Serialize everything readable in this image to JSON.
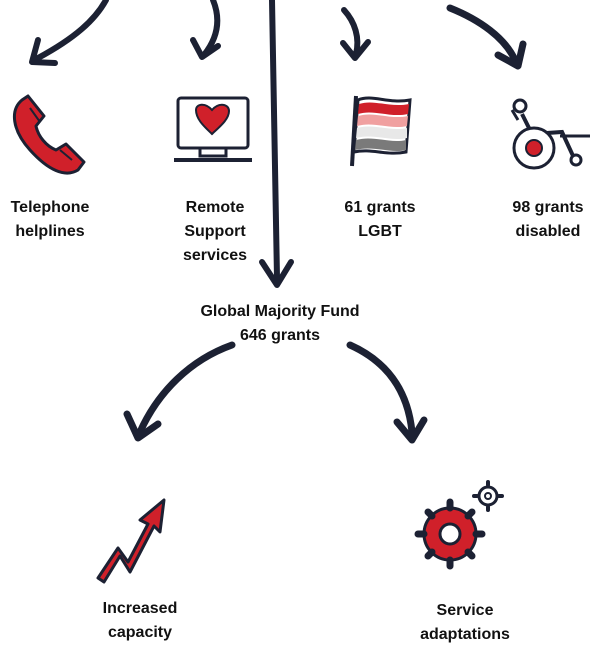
{
  "top_items": [
    {
      "line1": "Telephone",
      "line2": "helplines",
      "line3": "",
      "icon": "telephone-icon"
    },
    {
      "line1": "Remote",
      "line2": "Support",
      "line3": "services",
      "icon": "monitor-heart-icon"
    },
    {
      "line1": "61 grants",
      "line2": "LGBT",
      "line3": "",
      "icon": "rainbow-flag-icon"
    },
    {
      "line1": "98 grants",
      "line2": "disabled",
      "line3": "",
      "icon": "wheelchair-icon"
    }
  ],
  "center": {
    "line1": "Global Majority Fund",
    "line2": "646 grants"
  },
  "outcomes": [
    {
      "line1": "Increased",
      "line2": "capacity",
      "icon": "rising-arrow-icon"
    },
    {
      "line1": "Service",
      "line2": "adaptations",
      "icon": "gears-icon"
    }
  ],
  "colors": {
    "ink": "#1c2133",
    "accent": "#d0202a"
  }
}
